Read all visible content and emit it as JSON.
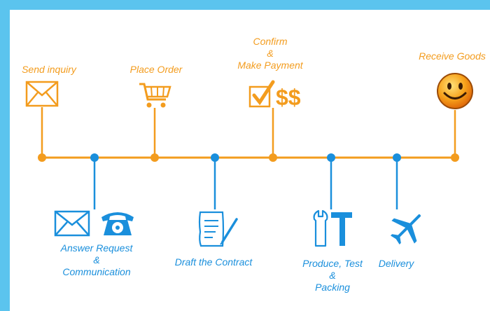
{
  "steps_top": [
    {
      "label_lines": [
        "Send inquiry"
      ],
      "icon": "envelope-icon"
    },
    {
      "label_lines": [
        "Place Order"
      ],
      "icon": "shopping-cart-icon"
    },
    {
      "label_lines": [
        "Confirm",
        "&",
        "Make Payment"
      ],
      "icon": "checkbox-dollar-icon"
    },
    {
      "label_lines": [
        "Receive Goods"
      ],
      "icon": "smiley-icon"
    }
  ],
  "steps_bottom": [
    {
      "label_lines": [
        "Answer Request",
        "&",
        "Communication"
      ],
      "icon": "envelope-phone-icon"
    },
    {
      "label_lines": [
        "Draft the Contract"
      ],
      "icon": "document-pen-icon"
    },
    {
      "label_lines": [
        "Produce, Test",
        "&",
        "Packing"
      ],
      "icon": "tools-icon"
    },
    {
      "label_lines": [
        "Delivery"
      ],
      "icon": "airplane-icon"
    }
  ],
  "colors": {
    "orange": "#f39c1e",
    "blue": "#1a8fdc",
    "border": "#5bc4ee",
    "smiley": "#f7a21b"
  }
}
